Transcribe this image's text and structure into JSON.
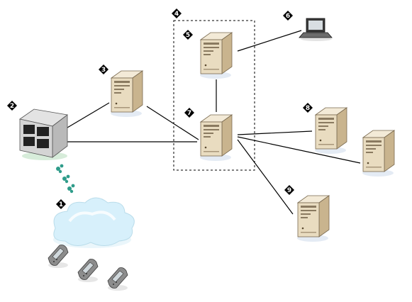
{
  "badges": {
    "b1": "1",
    "b2": "2",
    "b3": "3",
    "b4": "4",
    "b5": "5",
    "b6": "6",
    "b7": "7",
    "b8": "8",
    "b9": "9"
  },
  "colors": {
    "server_face": "#e9dcc0",
    "server_side": "#c9b48e",
    "server_top": "#f3ead7",
    "cloud": "#d7f0fb",
    "wireless_dot": "#2f9c8a",
    "line": "#000000",
    "badge": "#000000"
  },
  "icons": {
    "gateway": "gateway-cabinet-icon",
    "server": "server-tower-icon",
    "laptop": "laptop-icon",
    "cloud": "cloud-icon",
    "phone": "mobile-phone-icon"
  }
}
